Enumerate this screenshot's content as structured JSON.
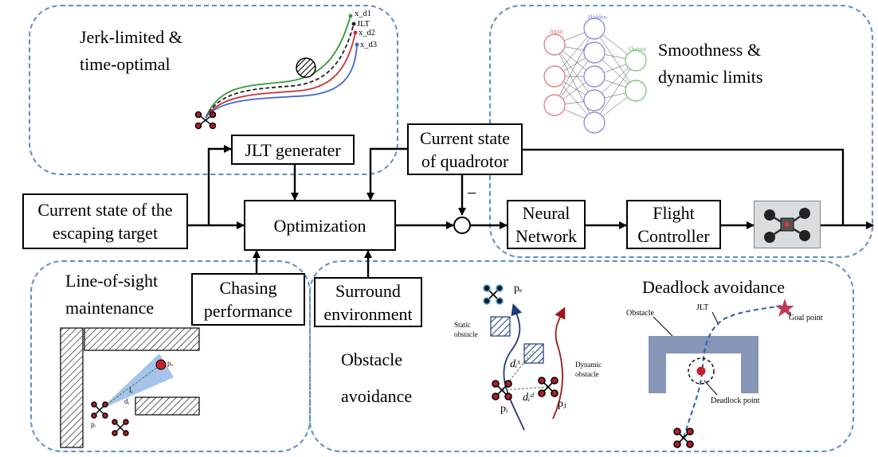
{
  "regions": {
    "jerk_limited": "Jerk-limited &\ntime-optimal",
    "smoothness": "Smoothness &\ndynamic limits",
    "line_of_sight": "Line-of-sight\nmaintenance",
    "obstacle_avoidance": "Obstacle\n\navoidance",
    "deadlock_avoidance": "Deadlock avoidance"
  },
  "blocks": {
    "jlt_generator": "JLT generater",
    "current_state_target": "Current state of the\nescaping target",
    "optimization": "Optimization",
    "current_state_quadrotor": "Current state\nof quadrotor",
    "neural_network": "Neural\nNetwork",
    "flight_controller": "Flight\nController",
    "chasing_performance": "Chasing\nperformance",
    "surround_environment": "Surround\nenvironment"
  },
  "sum_sign": "−",
  "trajectory_labels": [
    "x_d1",
    "JLT",
    "x_d2",
    "x_d3"
  ],
  "nn_labels": {
    "input": "Input",
    "hidden": "Hidden",
    "output": "Output"
  },
  "los_labels": {
    "pe": "pₑ",
    "pi": "pᵢ",
    "di": "dᵢ",
    "li": "lᵢ"
  },
  "obstacle_labels": {
    "pe": "pₑ",
    "static": "Static\nobstacle",
    "dynamic": "Dynamic\nobstacle",
    "dis": "dᵢˢ",
    "did": "dᵢᵈ",
    "pi": "pᵢ",
    "pj": "pⱼ"
  },
  "deadlock_labels": {
    "obstacle": "Obstacle",
    "jlt": "JLT",
    "goal": "Goal point",
    "deadlock": "Deadlock point"
  },
  "colors": {
    "region_border": "#5b8fc0",
    "obstacle_fill": "#8696b6",
    "quad_red": "#b01e2a",
    "traj_green": "#3a9a3a",
    "traj_red": "#c8303a",
    "traj_blue": "#4466cc",
    "nn_input": "#e07070",
    "nn_hidden": "#7f7fdd",
    "nn_output": "#77bb77",
    "fov": "#8fb4e6",
    "star": "#c03a55"
  }
}
